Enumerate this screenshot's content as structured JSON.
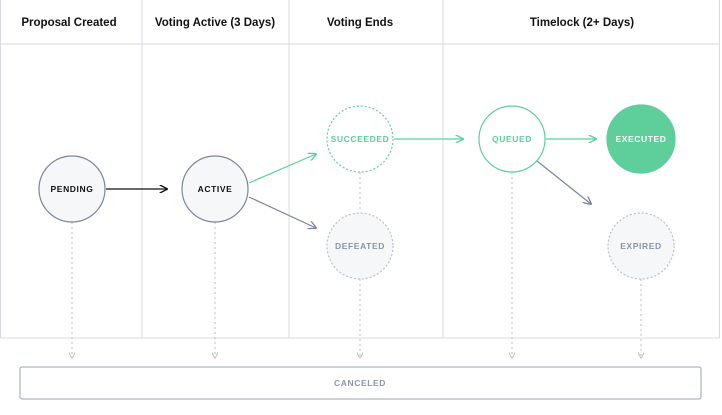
{
  "columns": [
    {
      "title": "Proposal Created"
    },
    {
      "title": "Voting Active (3 Days)"
    },
    {
      "title": "Voting Ends"
    },
    {
      "title": "Timelock (2+ Days)"
    }
  ],
  "states": {
    "pending": "PENDING",
    "active": "ACTIVE",
    "succeeded": "SUCCEEDED",
    "defeated": "DEFEATED",
    "queued": "QUEUED",
    "executed": "EXECUTED",
    "expired": "EXPIRED",
    "canceled": "CANCELED"
  },
  "colors": {
    "green": "#5ecf9a",
    "gray_node": "#7b8699",
    "dashed_gray": "#b8c0cc",
    "grid": "#d7dbe0",
    "arrow_black": "#111111"
  }
}
